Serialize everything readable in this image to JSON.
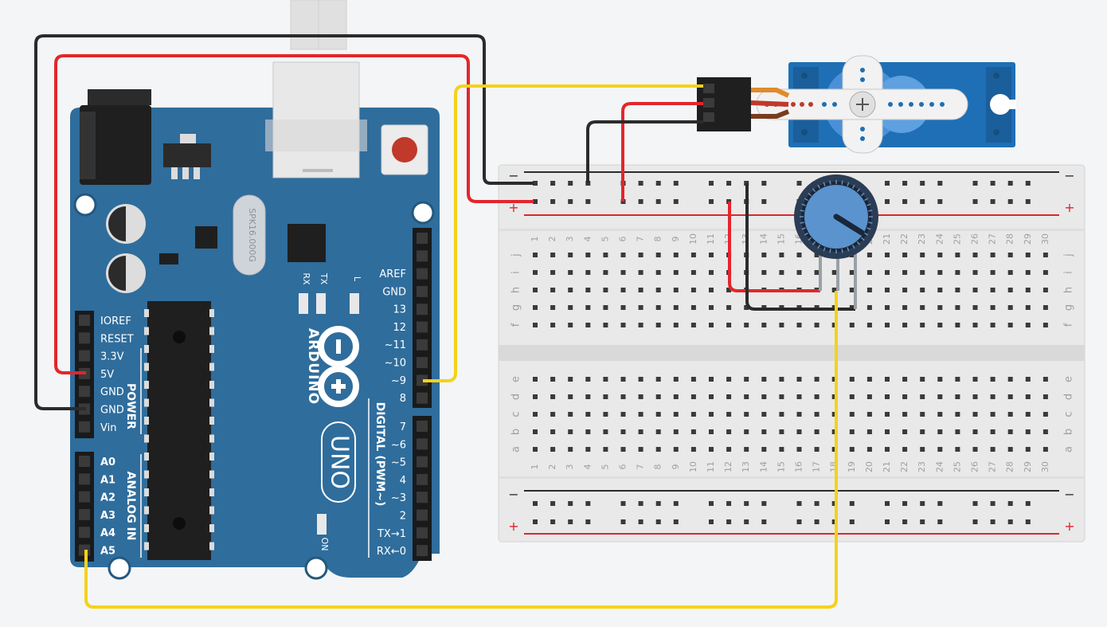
{
  "arduino": {
    "brand": "ARDUINO",
    "model": "UNO",
    "crystal": "SPK16.000G",
    "power_header_label": "POWER",
    "analog_header_label": "ANALOG IN",
    "digital_header_label": "DIGITAL (PWM~)",
    "on_label": "ON",
    "leds": [
      "RX",
      "TX",
      "L"
    ],
    "power_pins": [
      "IOREF",
      "RESET",
      "3.3V",
      "5V",
      "GND",
      "GND",
      "Vin"
    ],
    "analog_pins": [
      "A0",
      "A1",
      "A2",
      "A3",
      "A4",
      "A5"
    ],
    "digital_pins_top": [
      "AREF",
      "GND",
      "13",
      "12",
      "~11",
      "~10",
      "~9",
      "8"
    ],
    "digital_pins_bottom": [
      "7",
      "~6",
      "~5",
      "4",
      "~3",
      "2",
      "TX→1",
      "RX←0"
    ]
  },
  "breadboard": {
    "columns": [
      "1",
      "2",
      "3",
      "4",
      "5",
      "6",
      "7",
      "8",
      "9",
      "10",
      "11",
      "12",
      "13",
      "14",
      "15",
      "16",
      "17",
      "18",
      "19",
      "20",
      "21",
      "22",
      "23",
      "24",
      "25",
      "26",
      "27",
      "28",
      "29",
      "30"
    ],
    "rows_top": [
      "j",
      "i",
      "h",
      "g",
      "f"
    ],
    "rows_bottom": [
      "e",
      "d",
      "c",
      "b",
      "a"
    ],
    "rail_minus": "−",
    "rail_plus": "+"
  },
  "colors": {
    "board": "#2f6d9c",
    "board_dark": "#245a84",
    "wire_red": "#e3262b",
    "wire_black": "#2b2b2b",
    "wire_yellow": "#f5d21a",
    "servo": "#1e6fb5",
    "pot_knob": "#5b93cf",
    "breadboard": "#e9e9e9"
  }
}
